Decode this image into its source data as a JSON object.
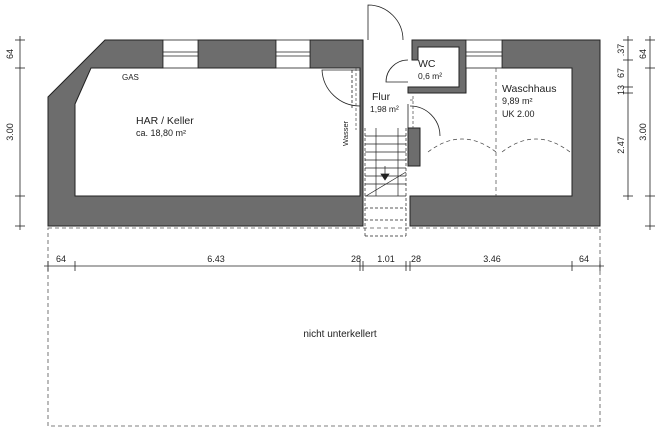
{
  "rooms": {
    "keller": {
      "name": "HAR / Keller",
      "area": "ca. 18,80 m²"
    },
    "flur": {
      "name": "Flur",
      "area": "1,98 m²"
    },
    "wc": {
      "name": "WC",
      "area": "0,6 m²"
    },
    "waschhaus": {
      "name": "Waschhaus",
      "area": "9,89 m²",
      "note": "UK 2.00"
    }
  },
  "labels": {
    "gas": "GAS",
    "wasser": "Wasser",
    "unexcavated": "nicht unterkellert"
  },
  "dimensions": {
    "horizontal": [
      "64",
      "6.43",
      "28",
      "1.01",
      "28",
      "3.46",
      "64"
    ],
    "left_vertical": [
      "64",
      "3.00"
    ],
    "right_inner": [
      ".37",
      "67",
      "13",
      "2.47"
    ],
    "right_outer": [
      "64",
      "3.00"
    ]
  },
  "colors": {
    "wall_fill": "#6d6d6d",
    "line": "#222222"
  }
}
